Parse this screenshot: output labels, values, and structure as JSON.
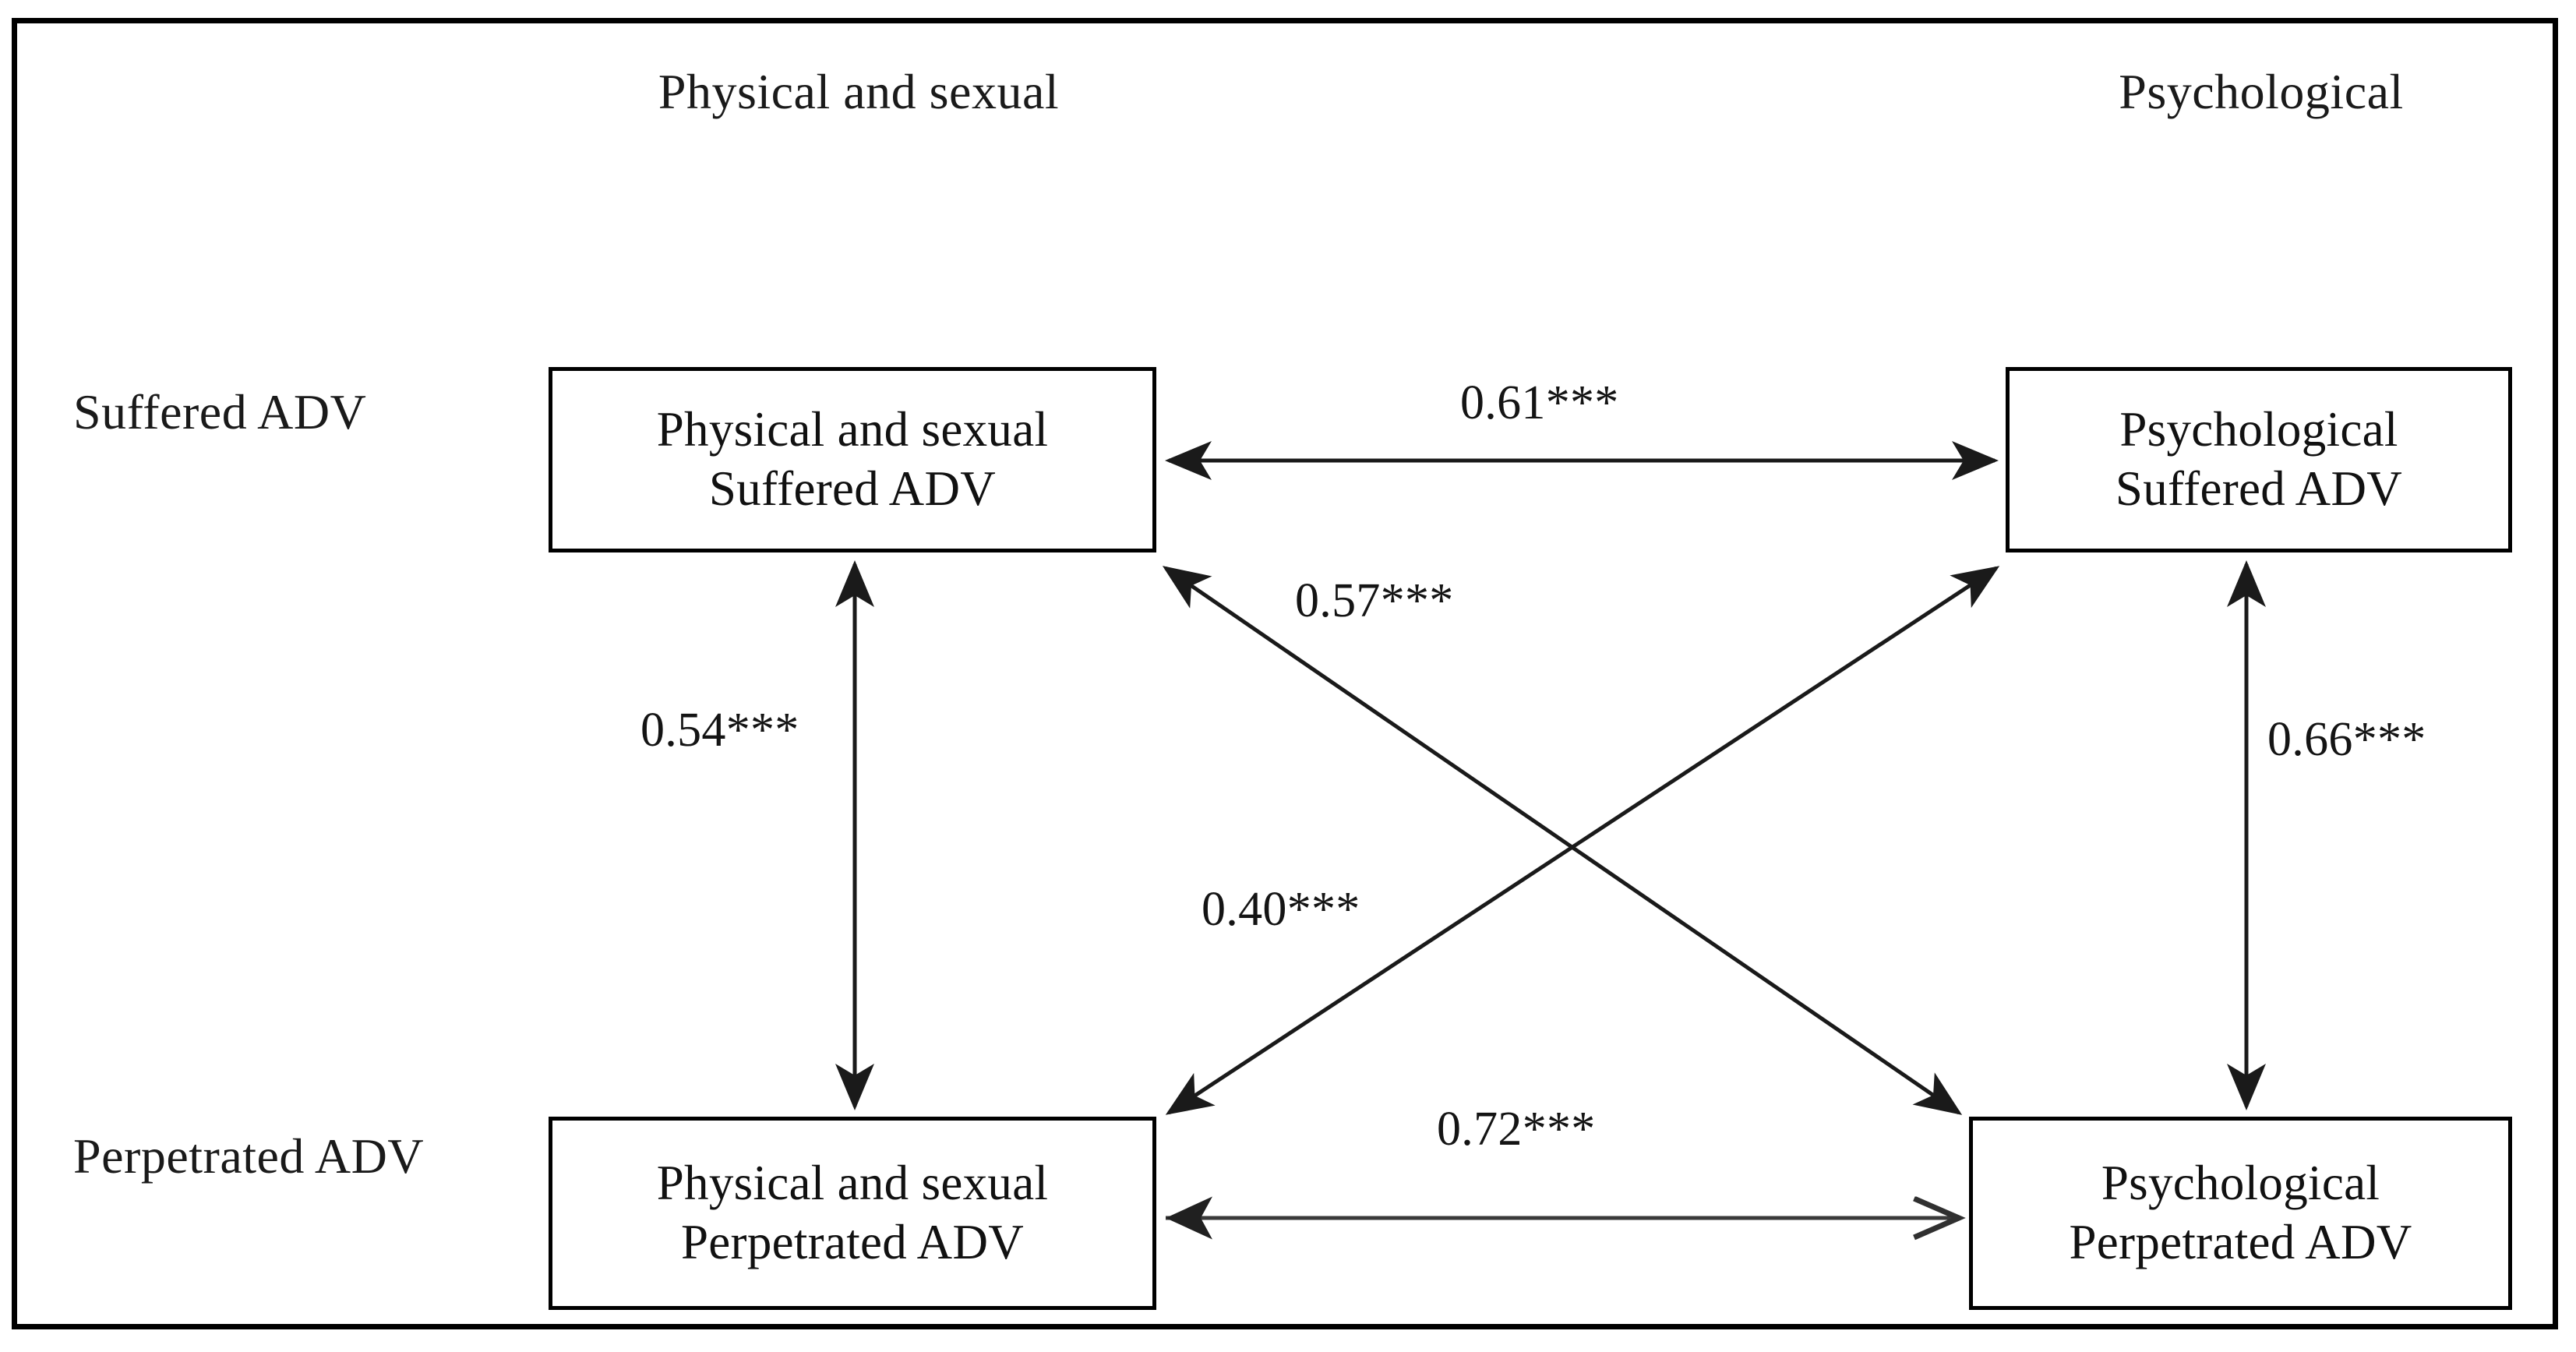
{
  "figure": {
    "type": "path-diagram",
    "title": "",
    "column_headers": [
      {
        "id": "physical-sexual",
        "label": "Physical and sexual"
      },
      {
        "id": "psychological",
        "label": "Psychological"
      }
    ],
    "row_labels": [
      {
        "id": "suffered-adv",
        "line1": "Suffered",
        "line2": "ADV"
      },
      {
        "id": "perpetrated-adv",
        "line1": "Perpetrated",
        "line2": "ADV"
      }
    ],
    "nodes": [
      {
        "id": "physical-sexual-suffered-adv",
        "line1": "Physical and sexual",
        "line2": "Suffered ADV",
        "row": "Suffered ADV",
        "column": "Physical and sexual"
      },
      {
        "id": "psychological-suffered-adv",
        "line1": "Psychological",
        "line2": "Suffered ADV",
        "row": "Suffered ADV",
        "column": "Psychological"
      },
      {
        "id": "physical-sexual-perpetrated-adv",
        "line1": "Physical and sexual",
        "line2": "Perpetrated ADV",
        "row": "Perpetrated ADV",
        "column": "Physical and sexual"
      },
      {
        "id": "psychological-perpetrated-adv",
        "line1": "Psychological",
        "line2": "Perpetrated ADV",
        "row": "Perpetrated ADV",
        "column": "Psychological"
      }
    ],
    "edges": [
      {
        "id": "ps-suffered--psy-suffered",
        "from": "physical-sexual-suffered-adv",
        "to": "psychological-suffered-adv",
        "coefficient": "0.61",
        "significance": "***",
        "label": "0.61***",
        "direction": "bidirectional",
        "orientation": "horizontal-top"
      },
      {
        "id": "ps-suffered--psy-perp",
        "from": "physical-sexual-suffered-adv",
        "to": "psychological-perpetrated-adv",
        "coefficient": "0.57",
        "significance": "***",
        "label": "0.57***",
        "direction": "bidirectional",
        "orientation": "diagonal-down-right"
      },
      {
        "id": "ps-suffered--ps-perp",
        "from": "physical-sexual-suffered-adv",
        "to": "physical-sexual-perpetrated-adv",
        "coefficient": "0.54",
        "significance": "***",
        "label": "0.54***",
        "direction": "bidirectional",
        "orientation": "vertical-left"
      },
      {
        "id": "psy-suffered--psy-perp",
        "from": "psychological-suffered-adv",
        "to": "psychological-perpetrated-adv",
        "coefficient": "0.66",
        "significance": "***",
        "label": "0.66***",
        "direction": "bidirectional",
        "orientation": "vertical-right"
      },
      {
        "id": "psy-suffered--ps-perp",
        "from": "psychological-suffered-adv",
        "to": "physical-sexual-perpetrated-adv",
        "coefficient": "0.40",
        "significance": "***",
        "label": "0.40***",
        "direction": "bidirectional",
        "orientation": "diagonal-down-left"
      },
      {
        "id": "ps-perp--psy-perp",
        "from": "physical-sexual-perpetrated-adv",
        "to": "psychological-perpetrated-adv",
        "coefficient": "0.72",
        "significance": "***",
        "label": "0.72***",
        "direction": "bidirectional",
        "orientation": "horizontal-bottom"
      }
    ],
    "colors": {
      "background": "#ffffff",
      "frame": "#000000",
      "box_border": "#000000",
      "text": "#111111",
      "edge": "#1a1a1a",
      "edge_faded": "#4d4d4d"
    }
  }
}
